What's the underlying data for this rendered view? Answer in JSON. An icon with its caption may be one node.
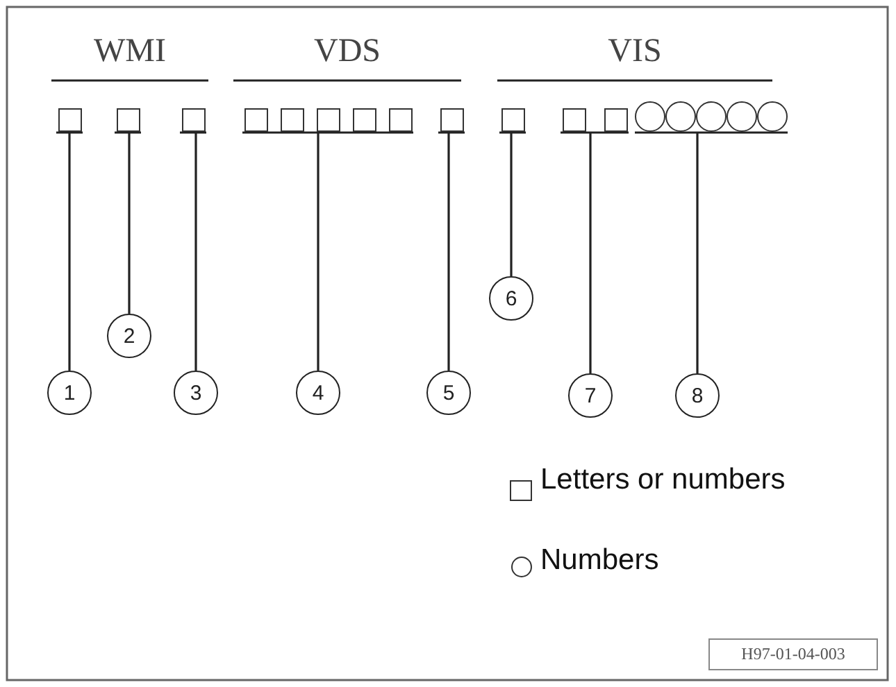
{
  "diagram": {
    "nodes": [
      {
        "text": [],
        "shape": "box"
      },
      {
        "text": [],
        "shape": "box"
      },
      {
        "text": [],
        "shape": "box"
      },
      {
        "text": [],
        "shape": "box"
      },
      {
        "text": [],
        "shape": "box"
      },
      {
        "text": [],
        "shape": "box"
      },
      {
        "text": [],
        "shape": "box"
      },
      {
        "text": [],
        "shape": "box"
      },
      {
        "text": [],
        "shape": "box"
      },
      {
        "text": [],
        "shape": "box"
      },
      {
        "text": [],
        "shape": "box"
      },
      {
        "text": [],
        "shape": "box"
      },
      {
        "text": [],
        "shape": "circle"
      },
      {
        "text": [],
        "shape": "circle"
      },
      {
        "text": [],
        "shape": "circle"
      },
      {
        "text": [],
        "shape": "circle"
      },
      {
        "text": [],
        "shape": "circle"
      },
      {
        "text": [
          "1"
        ]
      },
      {
        "text": [
          "2"
        ]
      },
      {
        "text": [
          "3"
        ]
      },
      {
        "text": [
          "4"
        ]
      },
      {
        "text": [
          "5"
        ]
      },
      {
        "text": [
          "6"
        ]
      },
      {
        "text": [
          "7"
        ]
      },
      {
        "text": [
          "8"
        ]
      },
      {
        "text": [
          "H97-01-04-003"
        ]
      }
    ],
    "edges": [
      {
        "from": 17,
        "to": 0,
        "arrow": "none"
      },
      {
        "from": 18,
        "to": 1,
        "arrow": "none"
      },
      {
        "from": 19,
        "to": 2,
        "arrow": "none"
      },
      {
        "from": 20,
        "to": 3,
        "arrow": "none"
      },
      {
        "from": 20,
        "to": 4,
        "arrow": "none"
      },
      {
        "from": 20,
        "to": 5,
        "arrow": "none"
      },
      {
        "from": 20,
        "to": 6,
        "arrow": "none"
      },
      {
        "from": 20,
        "to": 7,
        "arrow": "none"
      },
      {
        "from": 21,
        "to": 8,
        "arrow": "none"
      },
      {
        "from": 22,
        "to": 9,
        "arrow": "none"
      },
      {
        "from": 23,
        "to": 10,
        "arrow": "none"
      },
      {
        "from": 23,
        "to": 11,
        "arrow": "none"
      },
      {
        "from": 24,
        "to": 12,
        "arrow": "none"
      },
      {
        "from": 24,
        "to": 13,
        "arrow": "none"
      },
      {
        "from": 24,
        "to": 14,
        "arrow": "none"
      },
      {
        "from": 24,
        "to": 15,
        "arrow": "none"
      },
      {
        "from": 24,
        "to": 16,
        "arrow": "none"
      }
    ],
    "labels": [
      "WMI",
      "VDS",
      "VIS"
    ],
    "legend": [
      {
        "text": "Letters or numbers"
      },
      {
        "text": "Numbers"
      }
    ]
  }
}
